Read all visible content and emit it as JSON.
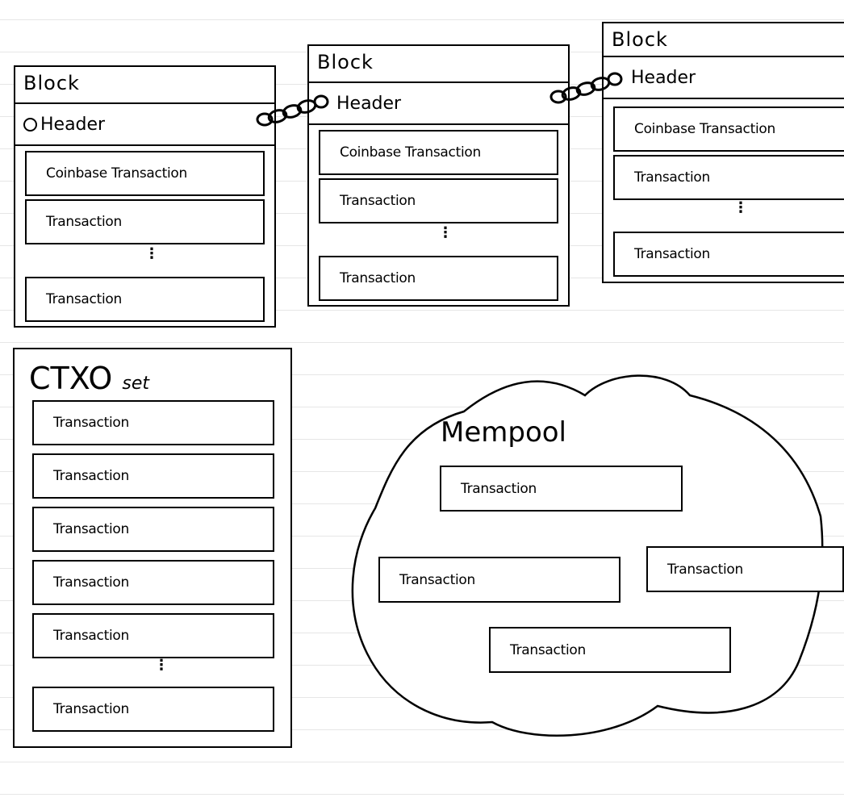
{
  "blocks": [
    {
      "title": "Block",
      "header": "Header",
      "coinbase": "Coinbase Transaction",
      "tx1": "Transaction",
      "dots": "⋮",
      "tx_last": "Transaction"
    },
    {
      "title": "Block",
      "header": "Header",
      "coinbase": "Coinbase Transaction",
      "tx1": "Transaction",
      "dots": "⋮",
      "tx_last": "Transaction"
    },
    {
      "title": "Block",
      "header": "Header",
      "coinbase": "Coinbase Transaction",
      "tx1": "Transaction",
      "dots": "⋮",
      "tx_last": "Transaction"
    }
  ],
  "utxo": {
    "title": "CTXO",
    "title_suffix": "set",
    "transactions": [
      "Transaction",
      "Transaction",
      "Transaction",
      "Transaction",
      "Transaction"
    ],
    "dots": "⋮",
    "tx_last": "Transaction"
  },
  "mempool": {
    "title": "Mempool",
    "transactions": [
      "Transaction",
      "Transaction",
      "Transaction",
      "Transaction"
    ]
  }
}
